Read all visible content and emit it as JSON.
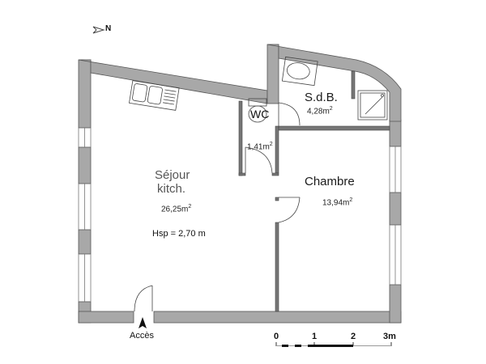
{
  "compass": {
    "label": "N",
    "icon": "north-arrow-icon"
  },
  "rooms": {
    "sejour": {
      "name": "Séjour",
      "name2": "kitch.",
      "area": "26,25m",
      "area_sup": "2",
      "height_note": "Hsp = 2,70 m"
    },
    "wc": {
      "name": "WC",
      "area": "1,41m",
      "area_sup": "2"
    },
    "sdb": {
      "name": "S.d.B.",
      "area": "4,28m",
      "area_sup": "2"
    },
    "chambre": {
      "name": "Chambre",
      "area": "13,94m",
      "area_sup": "2"
    }
  },
  "entrance": {
    "label": "Accès",
    "icon": "entrance-arrow-icon"
  },
  "scale_bar": {
    "ticks": [
      "0",
      "1",
      "2",
      "3m"
    ]
  },
  "colors": {
    "wall": "#a8a8a8",
    "wall_stroke": "#555555",
    "line": "#333333"
  }
}
